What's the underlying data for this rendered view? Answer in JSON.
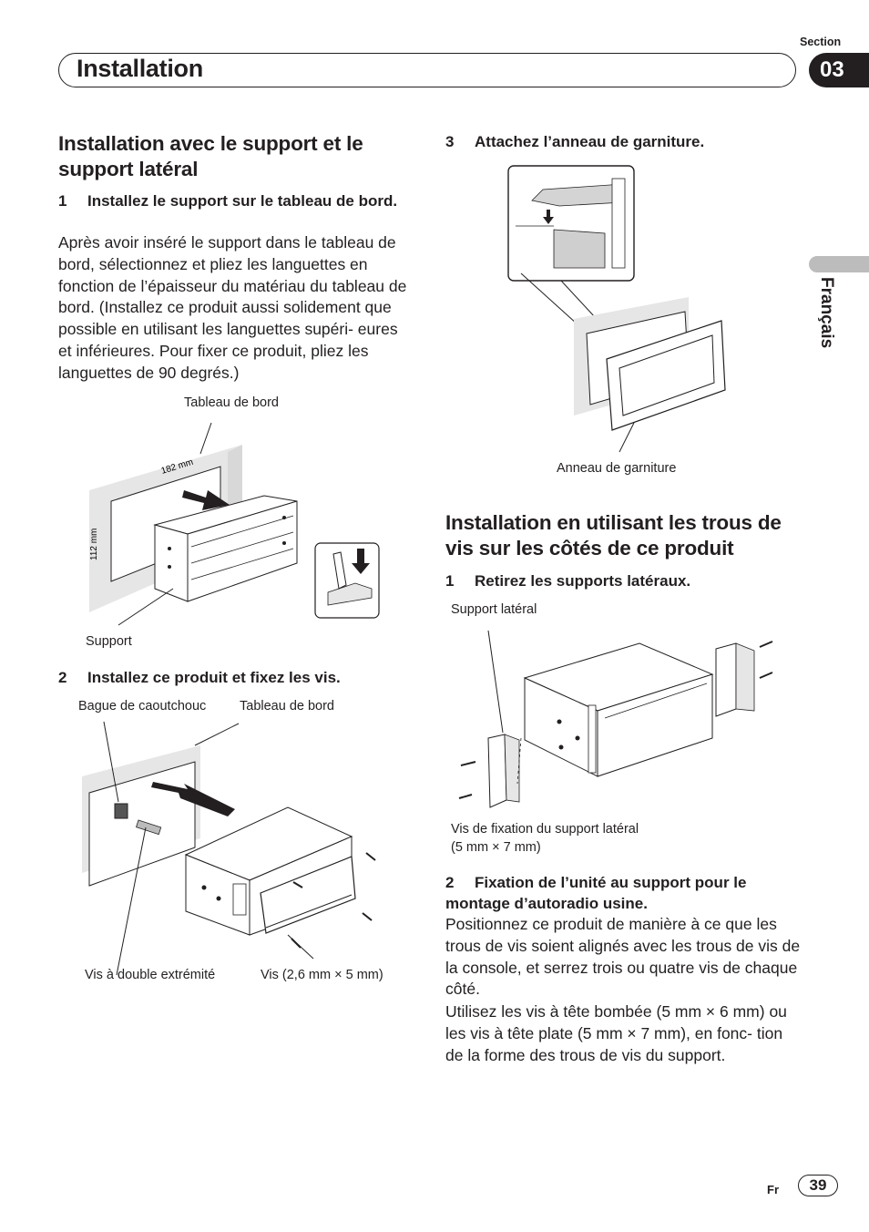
{
  "header": {
    "title": "Installation",
    "section_label": "Section",
    "section_number": "03"
  },
  "sidebar": {
    "language": "Français"
  },
  "left": {
    "heading": "Installation avec le support et le support latéral",
    "step1": {
      "num": "1",
      "text": "Installez le support sur le tableau de bord."
    },
    "step1_body": "Après avoir inséré le support dans le tableau de bord, sélectionnez et pliez les languettes en fonction de l’épaisseur du matériau du tableau de bord. (Installez ce produit aussi solidement que possible en utilisant les languettes supéri- eures et inférieures. Pour fixer ce produit, pliez les languettes de 90 degrés.)",
    "fig1": {
      "label_dashboard": "Tableau de bord",
      "label_support": "Support",
      "dim_w": "182 mm",
      "dim_h": "112 mm"
    },
    "step2": {
      "num": "2",
      "text": "Installez ce produit et fixez les vis."
    },
    "fig2": {
      "label_ring": "Bague de caoutchouc",
      "label_dashboard": "Tableau de bord",
      "label_double": "Vis à double extrémité",
      "label_screws": "Vis (2,6 mm × 5 mm)"
    }
  },
  "right": {
    "step3": {
      "num": "3",
      "text": "Attachez l’anneau de garniture."
    },
    "fig3": {
      "label_ring": "Anneau de garniture"
    },
    "heading": "Installation en utilisant les trous de vis sur les côtés de ce produit",
    "step1": {
      "num": "1",
      "text": "Retirez les supports latéraux."
    },
    "fig4": {
      "label_bracket": "Support latéral",
      "label_screws_1": "Vis de fixation du support latéral",
      "label_screws_2": "(5 mm × 7 mm)"
    },
    "step2": {
      "num": "2",
      "text_1": "Fixation de l’unité au support pour le",
      "text_2": "montage d’autoradio usine."
    },
    "step2_body_1": "Positionnez ce produit de manière à ce que les trous de vis soient alignés avec les trous de vis de la console, et serrez trois ou quatre vis de chaque côté.",
    "step2_body_2": "Utilisez les vis à tête bombée (5 mm × 6 mm) ou les vis à tête plate (5 mm × 7 mm), en fonc- tion de la forme des trous de vis du support."
  },
  "footer": {
    "lang": "Fr",
    "page": "39"
  }
}
